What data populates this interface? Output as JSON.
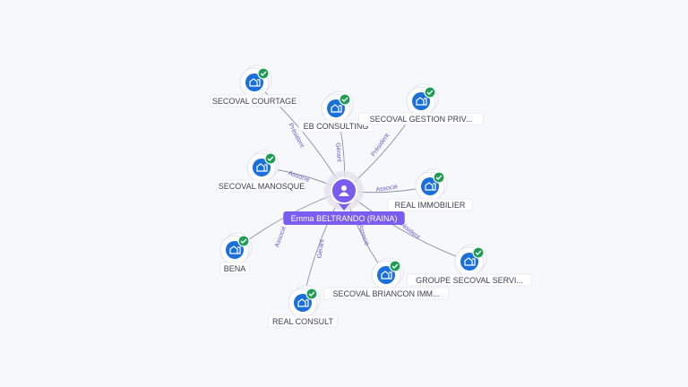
{
  "colors": {
    "background": "#f7f8fc",
    "company_icon": "#1a6fd8",
    "verified_badge": "#1f9d55",
    "person_accent": "#7b5cf0",
    "edge": "#8a8fa6",
    "edge_label": "#6a5acd"
  },
  "center": {
    "name": "Emma BELTRANDO (RAINA)",
    "icon": "person-icon"
  },
  "nodes": [
    {
      "id": "secoval-courtage",
      "label": "SECOVAL COURTAGE",
      "icon": "building-icon",
      "verified": true
    },
    {
      "id": "eb-consulting",
      "label": "EB CONSULTING",
      "icon": "building-icon",
      "verified": true
    },
    {
      "id": "secoval-gestion",
      "label": "SECOVAL GESTION PRIV...",
      "icon": "building-icon",
      "verified": true
    },
    {
      "id": "secoval-manosque",
      "label": "SECOVAL MANOSQUE",
      "icon": "building-icon",
      "verified": true
    },
    {
      "id": "real-immobilier",
      "label": "REAL IMMOBILIER",
      "icon": "building-icon",
      "verified": true
    },
    {
      "id": "bena",
      "label": "BENA",
      "icon": "building-icon",
      "verified": true
    },
    {
      "id": "groupe-secoval",
      "label": "GROUPE SECOVAL SERVI...",
      "icon": "building-icon",
      "verified": true
    },
    {
      "id": "secoval-briancon",
      "label": "SECOVAL BRIANCON IMM...",
      "icon": "building-icon",
      "verified": true
    },
    {
      "id": "real-consult",
      "label": "REAL CONSULT",
      "icon": "building-icon",
      "verified": true
    }
  ],
  "edges": [
    {
      "to": "secoval-courtage",
      "label": "Président"
    },
    {
      "to": "eb-consulting",
      "label": "Gérant"
    },
    {
      "to": "secoval-gestion",
      "label": "Président"
    },
    {
      "to": "secoval-manosque",
      "label": "Associé"
    },
    {
      "to": "real-immobilier",
      "label": "Associé"
    },
    {
      "to": "bena",
      "label": "Associé"
    },
    {
      "to": "groupe-secoval",
      "label": "Président"
    },
    {
      "to": "secoval-briancon",
      "label": "Associé"
    },
    {
      "to": "real-consult",
      "label": "Gérant"
    }
  ]
}
